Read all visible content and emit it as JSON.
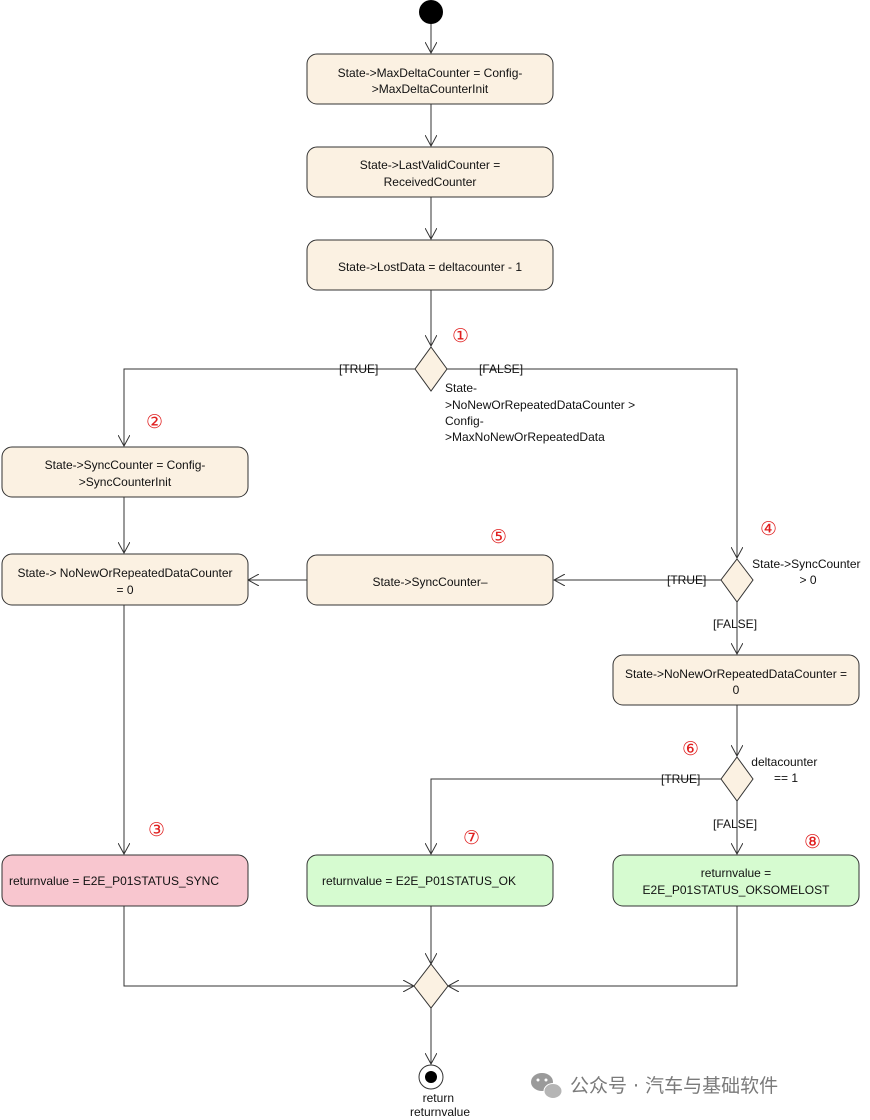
{
  "nodes": {
    "n_maxdelta": [
      "State->MaxDeltaCounter = Config-",
      ">MaxDeltaCounterInit"
    ],
    "n_lastvalid": [
      "State->LastValidCounter =",
      "ReceivedCounter"
    ],
    "n_lostdata": [
      "State->LostData = deltacounter - 1"
    ],
    "n_synccounter": [
      "State->SyncCounter = Config-",
      ">SyncCounterInit"
    ],
    "n_nonew_left": [
      "State-> NoNewOrRepeatedDataCounter",
      "= 0"
    ],
    "n_sync_dec": [
      "State->SyncCounter–"
    ],
    "n_nonew_right": [
      "State->NoNewOrRepeatedDataCounter =",
      "0"
    ],
    "n_ret_sync": [
      "returnvalue =  E2E_P01STATUS_SYNC"
    ],
    "n_ret_ok": [
      "returnvalue =  E2E_P01STATUS_OK"
    ],
    "n_ret_oksomelost": [
      "returnvalue =",
      "E2E_P01STATUS_OKSOMELOST"
    ]
  },
  "guards": {
    "d1": [
      "State-",
      ">NoNewOrRepeatedDataCounter >",
      "Config-",
      ">MaxNoNewOrRepeatedData"
    ],
    "d2": [
      "State->SyncCounter",
      "> 0"
    ],
    "d3": [
      "deltacounter",
      "== 1"
    ]
  },
  "edge_labels": {
    "true": "[TRUE]",
    "false": "[FALSE]"
  },
  "final_label": [
    "return",
    "returnvalue"
  ],
  "markers": [
    "①",
    "②",
    "③",
    "④",
    "⑤",
    "⑥",
    "⑦",
    "⑧"
  ],
  "watermark": "公众号 · 汽车与基础软件",
  "colors": {
    "node_fill": "#fbf1e2",
    "sync_fill": "#f8c6cf",
    "ok_fill": "#d6fbd0",
    "marker_red": "#e02020"
  }
}
